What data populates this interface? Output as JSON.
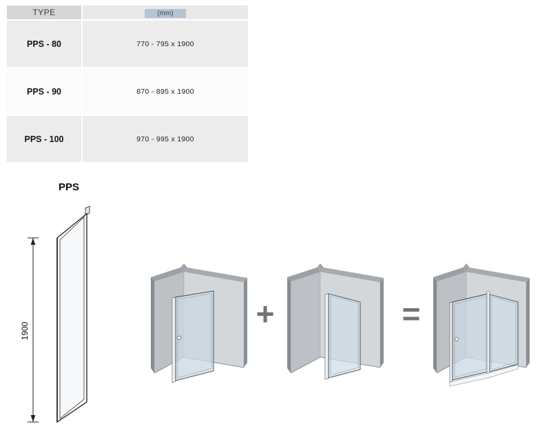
{
  "table": {
    "header": {
      "type": "TYPE",
      "unit": "(mm)"
    },
    "rows": [
      {
        "type": "PPS - 80",
        "size": "770 - 795 x 1900"
      },
      {
        "type": "PPS - 90",
        "size": "870 - 895 x 1900"
      },
      {
        "type": "PPS - 100",
        "size": "970 - 995 x 1900"
      }
    ]
  },
  "drawing": {
    "title": "PPS",
    "height_dimension": "1900"
  },
  "composition": {
    "plus": "+",
    "equals": "="
  },
  "colors": {
    "table_header_bg": "#d6d6d6",
    "table_row_alt_bg": "#ececec",
    "unit_selection_highlight": "#b5c3d3",
    "wall_face_light": "#d4d7da",
    "wall_face_dark": "#bdc1c5",
    "glass_tint": "#cbd9e3"
  }
}
